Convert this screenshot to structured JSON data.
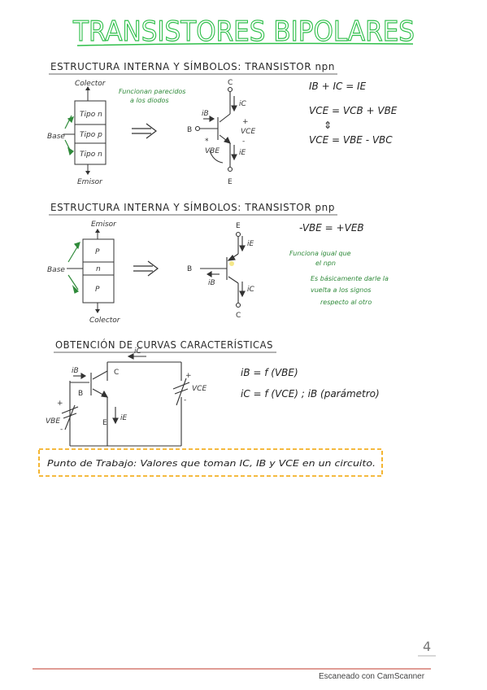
{
  "title": "TRANSISTORES BIPOLARES",
  "sections": {
    "npn": {
      "heading": "ESTRUCTURA INTERNA Y SÍMBOLOS: TRANSISTOR npn",
      "structure": {
        "collector_label": "Colector",
        "emitter_label": "Emisor",
        "base_label": "Base",
        "layers": [
          "Tipo n",
          "Tipo p",
          "Tipo n"
        ]
      },
      "note": [
        "Funcionan parecidos",
        "a los diodos"
      ],
      "symbol": {
        "C": "C",
        "B": "B",
        "E": "E",
        "iC": "iC",
        "iB": "iB",
        "iE": "iE",
        "vCE": "VCE",
        "vBE": "VBE",
        "plus": "+",
        "minus": "-",
        "star": "*"
      },
      "equations": [
        "IB + IC = IE",
        "VCE = VCB + VBE",
        "⇕",
        "VCE = VBE - VBC"
      ]
    },
    "pnp": {
      "heading": "ESTRUCTURA INTERNA Y SÍMBOLOS: TRANSISTOR pnp",
      "structure": {
        "emitter_label": "Emisor",
        "collector_label": "Colector",
        "base_label": "Base",
        "layers": [
          "P",
          "n",
          "P"
        ]
      },
      "symbol": {
        "E": "E",
        "B": "B",
        "C": "C",
        "iE": "iE",
        "iB": "iB",
        "iC": "iC"
      },
      "equation": "-VBE = +VEB",
      "notes": [
        "Funciona igual que",
        "el npn",
        "Es básicamente darle la",
        "vuelta a los signos",
        "respecto al otro"
      ]
    },
    "curves": {
      "heading": "OBTENCIÓN DE CURVAS CARACTERÍSTICAS",
      "circuit": {
        "iC": "iC",
        "iB": "iB",
        "C": "C",
        "B": "B",
        "E": "E",
        "iE": "iE",
        "VCE": "VCE",
        "VBE": "VBE",
        "plus": "+",
        "minus": "-"
      },
      "equations": [
        "iB = f (VBE)",
        "iC = f (VCE) ; iB (parámetro)"
      ],
      "highlight": "Punto de Trabajo: Valores que toman IC, IB y VCE en un circuito."
    }
  },
  "page_number": "4",
  "footer": "Escaneado con CamScanner",
  "colors": {
    "title_green": "#2fbf4a",
    "note_green": "#2f8a3a",
    "highlight_orange": "#f2a300",
    "footer_line": "#c0392b",
    "ink": "#2a2a2a"
  }
}
